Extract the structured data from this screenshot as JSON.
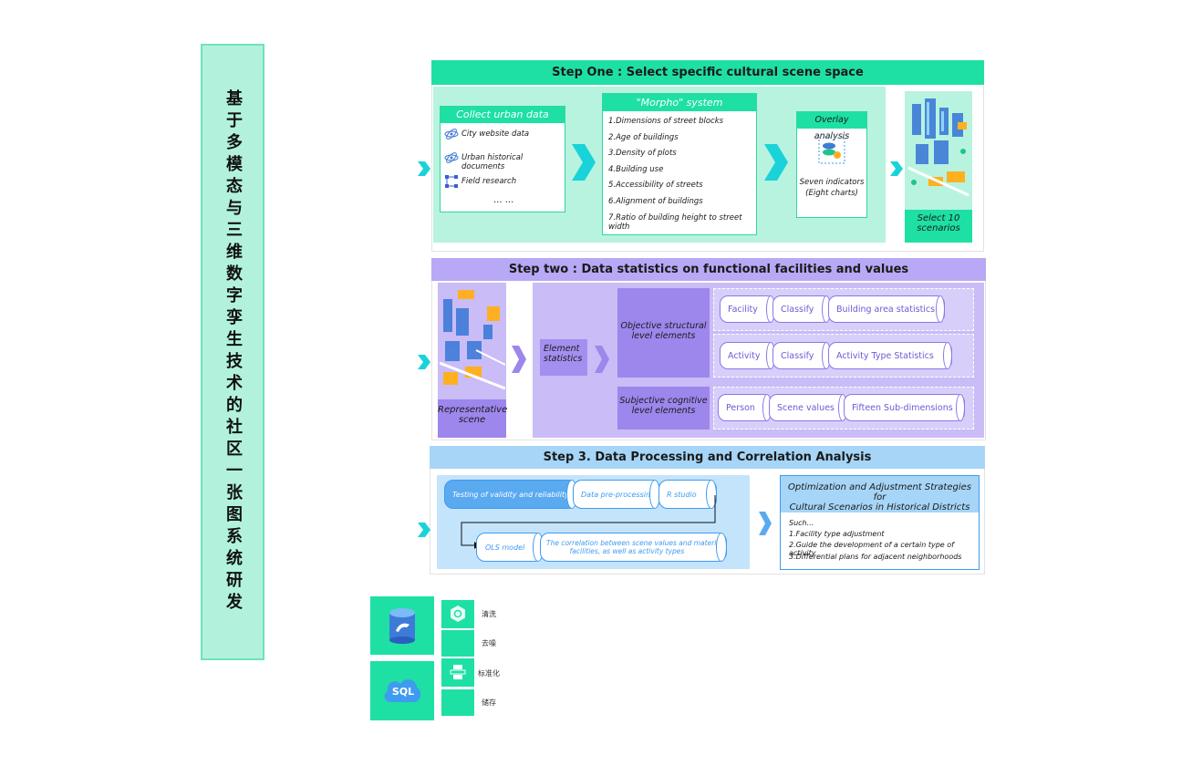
{
  "title_vertical": "基于多模态与三维数字孪生技术的社区一张图系统研发",
  "step1": {
    "header": "Step One : Select specific cultural scene space",
    "collect": {
      "title": "Collect urban data",
      "items": [
        "City website data",
        "Urban historical documents",
        "Field research",
        "... ..."
      ]
    },
    "morpho": {
      "title": "\"Morpho\" system",
      "items": [
        "1.Dimensions of street blocks",
        "2.Age of buildings",
        "3.Density of plots",
        "4.Building use",
        "5.Accessibility of streets",
        "6.Alignment of buildings",
        "7.Ratio of building height to street width"
      ]
    },
    "overlay": {
      "title": "Overlay analysis",
      "caption_line1": "Seven indicators",
      "caption_line2": "(Eight charts)"
    },
    "select": {
      "line1": "Select 10",
      "line2": "scenarios"
    }
  },
  "step2": {
    "header": "Step two : Data statistics on functional facilities and values",
    "scene_line1": "Representative",
    "scene_line2": "scene",
    "element_line1": "Element",
    "element_line2": "statistics",
    "objective_line1": "Objective structural",
    "objective_line2": "level elements",
    "subjective_line1": "Subjective cognitive",
    "subjective_line2": "level elements",
    "row1": [
      "Facility",
      "Classify",
      "Building area statistics"
    ],
    "row2": [
      "Activity",
      "Classify",
      "Activity Type Statistics"
    ],
    "row3": [
      "Person",
      "Scene values",
      "Fifteen Sub-dimensions"
    ]
  },
  "step3": {
    "header": "Step 3. Data Processing and Correlation Analysis",
    "top_row": [
      "Testing of validity and reliability",
      "Data pre-processing",
      "R studio"
    ],
    "ols": "OLS model",
    "correlation_line1": "The correlation between scene values and material",
    "correlation_line2": "facilities, as well as activity types",
    "strategy_title_line1": "Optimization and Adjustment Strategies for",
    "strategy_title_line2": "Cultural Scenarios in Historical Districts",
    "strategy_items": [
      "Such...",
      "1.Facility type adjustment",
      "2.Guide the development of a certain type of activity",
      "3.Differential plans for adjacent neighborhoods"
    ]
  },
  "legend": {
    "sql_label": "SQL",
    "items": [
      "清洗",
      "去噪",
      "标准化",
      "储存"
    ]
  },
  "colors": {
    "green": "#1ee0a4",
    "green_light": "#b8f3df",
    "purple": "#b9a8f5",
    "purple_dark": "#9d86ec",
    "blue": "#a6d5f7",
    "blue_dark": "#3e9bf0",
    "teal_arrow": "#19d3d9"
  },
  "icons": [
    "atom-icon",
    "atom-icon",
    "graph-icon",
    "database-icon",
    "sql-icon",
    "cleaning-icon",
    "standardize-icon"
  ]
}
